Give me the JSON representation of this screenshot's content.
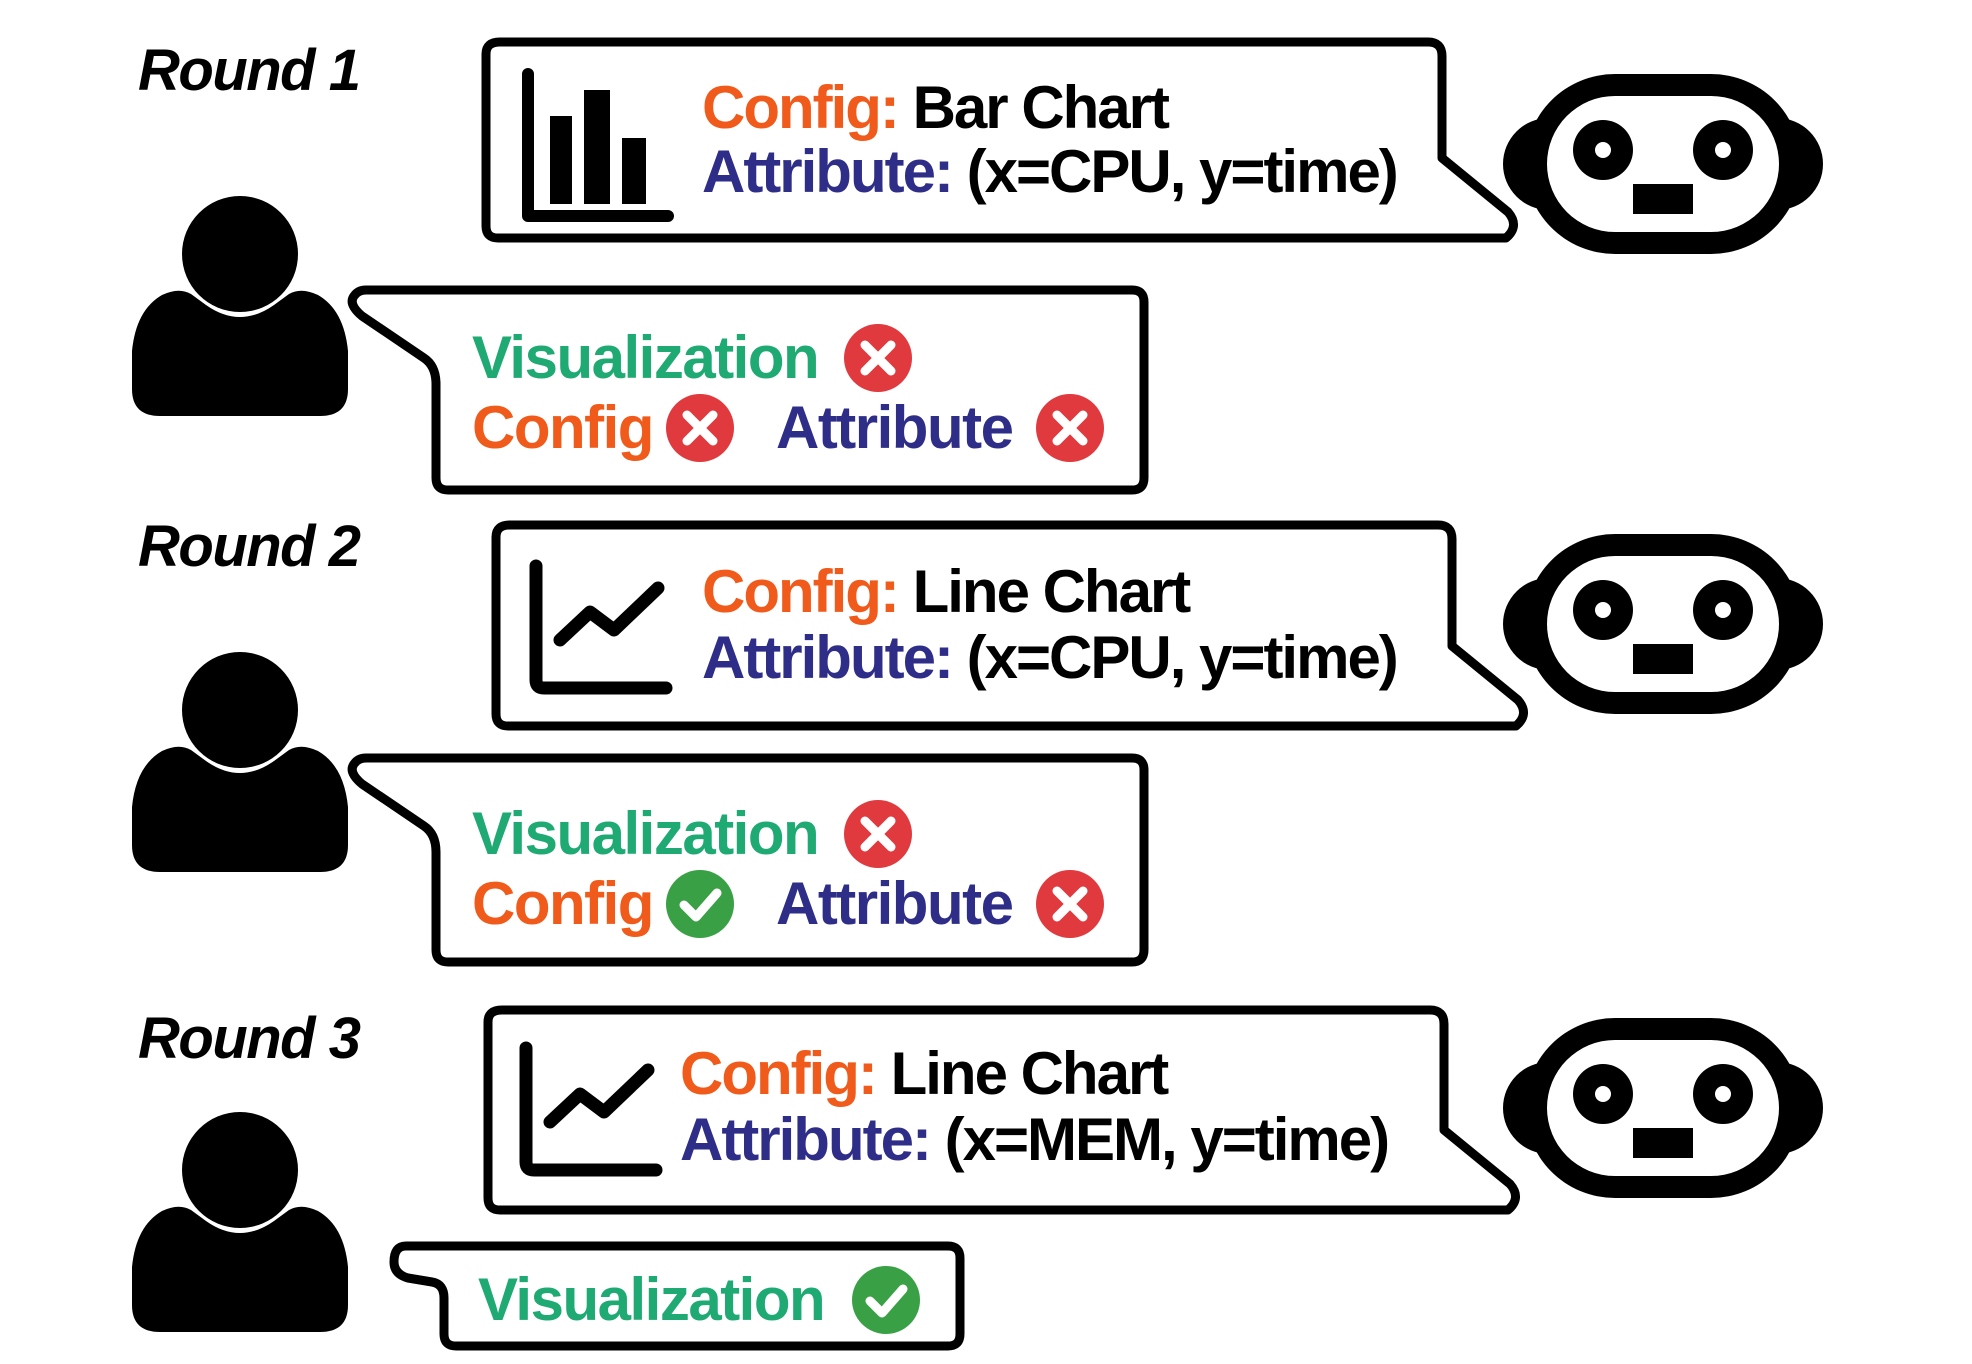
{
  "colors": {
    "config": "#f05a1a",
    "attribute": "#2e2d88",
    "visualization": "#1faa73",
    "wrong": "#e03a3e",
    "correct": "#3aa046",
    "ink": "#000000"
  },
  "icons": {
    "user": "user-icon",
    "robot": "robot-icon",
    "bar": "bar-chart-icon",
    "line": "line-chart-icon",
    "wrong": "cross-circle-icon",
    "correct": "check-circle-icon"
  },
  "rounds": [
    {
      "label": "Round 1",
      "bot": {
        "chart_icon": "bar-chart-icon",
        "config_key": "Config:",
        "config_value": "Bar Chart",
        "attribute_key": "Attribute:",
        "attribute_value": "(x=CPU, y=time)"
      },
      "feedback": {
        "visualization_label": "Visualization",
        "visualization_correct": false,
        "config_label": "Config",
        "config_correct": false,
        "attribute_label": "Attribute",
        "attribute_correct": false
      }
    },
    {
      "label": "Round 2",
      "bot": {
        "chart_icon": "line-chart-icon",
        "config_key": "Config:",
        "config_value": "Line Chart",
        "attribute_key": "Attribute:",
        "attribute_value": "(x=CPU, y=time)"
      },
      "feedback": {
        "visualization_label": "Visualization",
        "visualization_correct": false,
        "config_label": "Config",
        "config_correct": true,
        "attribute_label": "Attribute",
        "attribute_correct": false
      }
    },
    {
      "label": "Round 3",
      "bot": {
        "chart_icon": "line-chart-icon",
        "config_key": "Config:",
        "config_value": "Line Chart",
        "attribute_key": "Attribute:",
        "attribute_value": "(x=MEM, y=time)"
      },
      "feedback": {
        "visualization_label": "Visualization",
        "visualization_correct": true
      }
    }
  ]
}
